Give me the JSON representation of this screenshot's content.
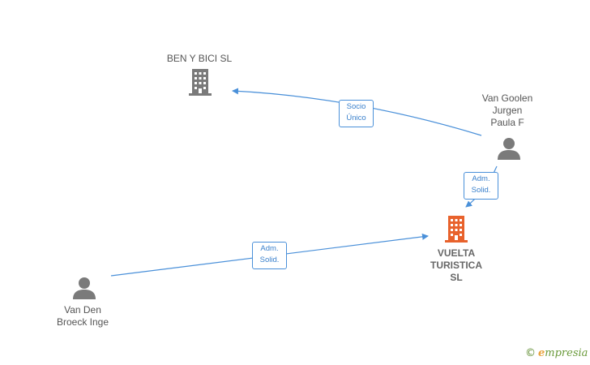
{
  "nodes": {
    "ben_y_bici": {
      "label": "BEN Y BICI  SL",
      "kind": "company",
      "color": "#7a7a7a"
    },
    "vuelta_turistica": {
      "label": "VUELTA\nTURISTICA\nSL",
      "kind": "company",
      "color": "#e8622c"
    },
    "van_goolen": {
      "label": "Van Goolen\nJurgen\nPaula F",
      "kind": "person",
      "color": "#7a7a7a"
    },
    "van_den_broeck": {
      "label": "Van Den\nBroeck Inge",
      "kind": "person",
      "color": "#7a7a7a"
    }
  },
  "edges": [
    {
      "from": "van_goolen",
      "to": "ben_y_bici",
      "label": "Socio\nÚnico"
    },
    {
      "from": "van_goolen",
      "to": "vuelta_turistica",
      "label": "Adm.\nSolid."
    },
    {
      "from": "van_den_broeck",
      "to": "vuelta_turistica",
      "label": "Adm.\nSolid."
    }
  ],
  "colors": {
    "edge": "#4a90d9"
  },
  "brand": {
    "copyright": "©",
    "e": "e",
    "rest": "mpresia"
  }
}
